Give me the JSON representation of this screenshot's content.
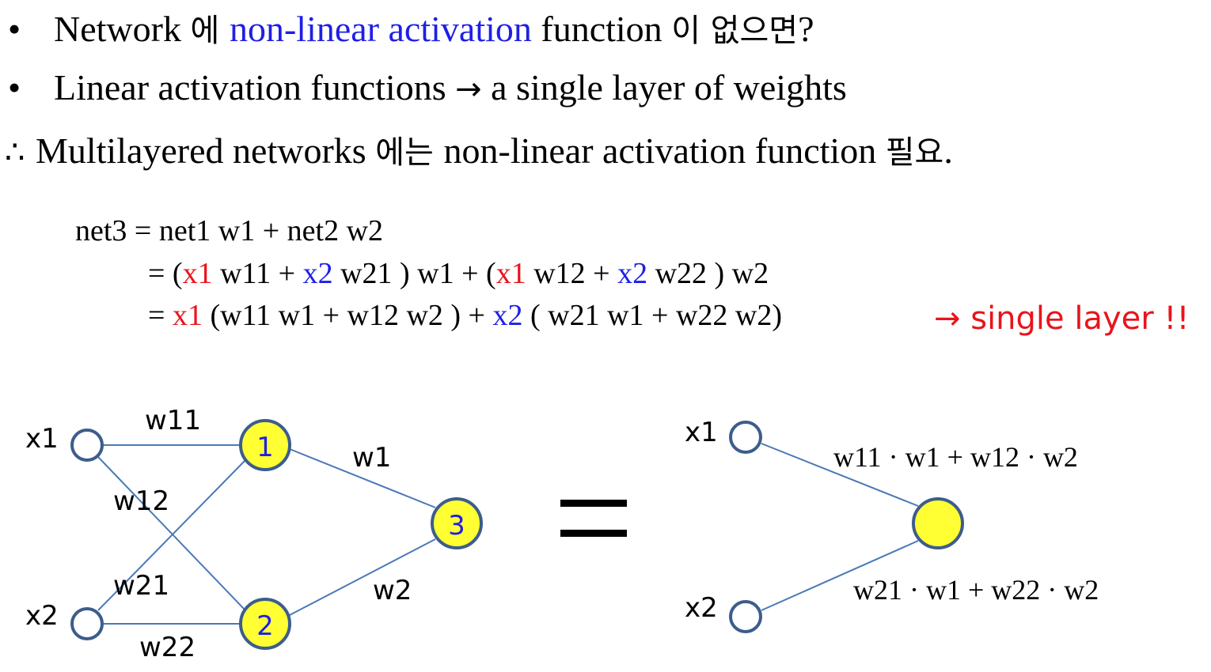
{
  "bullets": {
    "b1": {
      "marker": "•",
      "part1": "Network ",
      "part2_ko": "에 ",
      "part3_blue": "non-linear activation",
      "part4": " function ",
      "part5_ko": "이 없으면",
      "part6": "?"
    },
    "b2": {
      "marker": "•",
      "text": "Linear activation functions ",
      "arrow": "→",
      "text2": " a single layer of weights"
    },
    "b3": {
      "marker": "∴",
      "part1": " Multilayered networks ",
      "part2_ko": "에는 ",
      "part3": "non-linear activation function ",
      "part4_ko": "필요",
      "part5": "."
    }
  },
  "equations": {
    "line1": "net3 = net1 w1 + net2 w2",
    "line2": {
      "p1": "= (",
      "x1a": "x1",
      "p2": " w11 + ",
      "x2a": "x2",
      "p3": " w21 ) w1 + (",
      "x1b": "x1",
      "p4": " w12 + ",
      "x2b": "x2",
      "p5": " w22 ) w2"
    },
    "line3": {
      "p1": "= ",
      "x1": "x1",
      "p2": " (w11 w1 + w12 w2 ) + ",
      "x2": "x2",
      "p3": " ( w21 w1 + w22 w2)"
    },
    "result": "→ single layer !!"
  },
  "left_network": {
    "inputs": [
      "x1",
      "x2"
    ],
    "hidden_nodes": [
      "1",
      "2"
    ],
    "output_node": "3",
    "weights": {
      "w11": "w11",
      "w12": "w12",
      "w21": "w21",
      "w22": "w22",
      "w1": "w1",
      "w2": "w2"
    }
  },
  "equals_sign": "=",
  "right_network": {
    "inputs": [
      "x1",
      "x2"
    ],
    "top_weight": "w11 · w1 + w12 · w2",
    "bottom_weight": "w21 · w1 + w22 · w2"
  },
  "colors": {
    "edge": "#4a79b8",
    "input_stroke": "#3c5d8c",
    "node_fill": "#ffff33",
    "node_stroke": "#3c5d8c",
    "node_label": "#1f1fe6",
    "red": "#e8141c",
    "blue": "#1f1fe6"
  }
}
